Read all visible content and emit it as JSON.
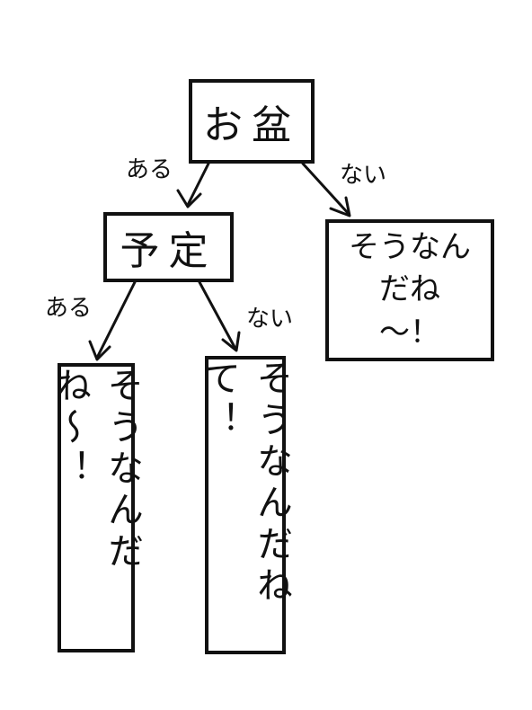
{
  "nodes": {
    "root": "お盆",
    "plan": "予定",
    "root_no": "そうなん\nだね\n〜！",
    "plan_yes": "そうなんだね〜！",
    "plan_no": "そうなんだねて！"
  },
  "edges": {
    "root_yes": "ある",
    "root_no": "ない",
    "plan_yes": "ある",
    "plan_no": "ない"
  }
}
